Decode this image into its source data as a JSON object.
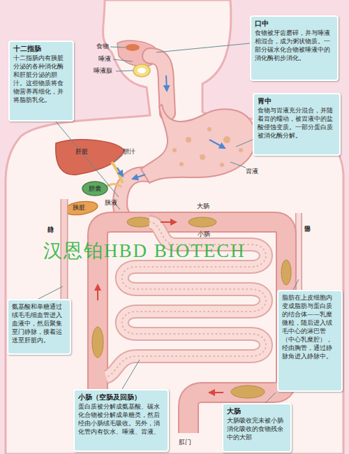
{
  "diagram": {
    "nodes": [
      {
        "text": [
          "口中",
          "食物被牙齿磨碎，并与唾液相混合，成为粥状物质。一部分碳水化合物被唾液中的消化酶初步消化。"
        ]
      },
      {
        "text": [
          "十二指肠",
          "十二指肠内有胰脏分泌的各种消化酶和肝脏分泌的胆汁。这些物质将食物营养再细化，并将脂肪乳化。"
        ]
      },
      {
        "text": [
          "胃中",
          "食物与胃液充分混合，并随着胃的蠕动，被胃液中的盐酸侵蚀变质。一部分蛋白质被消化酶分解。"
        ]
      },
      {
        "text": [
          "脂肪在上皮细胞内变成脂肪与蛋白质的结合体——乳糜微粒，随后进入绒毛中心的淋巴管（中心乳糜腔），经由胸管，通过静脉角进入静脉中。"
        ]
      },
      {
        "text": [
          "氨基酸和单糖通过绒毛毛细血管进入血液中，然后聚集至门静脉，接着运送至肝脏内。"
        ]
      },
      {
        "text": [
          "小肠（空肠及回肠）",
          "蛋白质被分解成氨基酸、碳水化合物被分解成单糖类，然后经由小肠绒毛吸收。另外，消化管内有饮水、唾液、胃液、"
        ]
      },
      {
        "text": [
          "大肠",
          "大肠吸收完未被小肠消化吸收的食物残余中的大部"
        ]
      }
    ],
    "labels": [
      "食物",
      "唾液",
      "唾液腺",
      "肝脏",
      "胆汁",
      "胃液",
      "胆囊",
      "胰液",
      "大肠",
      "胰脏",
      "门静脉",
      "淋巴管",
      "小肠",
      "汉恩铂HBD BIOTECH",
      "肛门"
    ]
  }
}
